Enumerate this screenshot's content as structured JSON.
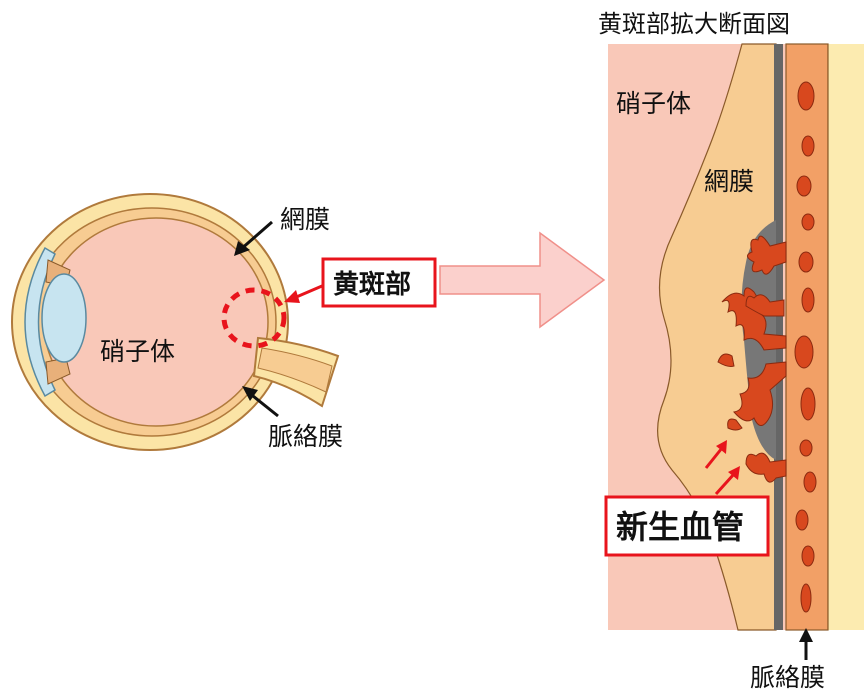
{
  "eye_diagram": {
    "vitreous_label": "硝子体",
    "retina_label": "網膜",
    "macula_label": "黄斑部",
    "choroid_label": "脈絡膜"
  },
  "enlarged_section": {
    "title": "黄斑部拡大断面図",
    "vitreous_label": "硝子体",
    "retina_label": "網膜",
    "neovascular_label": "新生血管",
    "choroid_label": "脈絡膜"
  },
  "colors": {
    "vitreous": "#f9c8b8",
    "retina": "#f7cc92",
    "sclera_outer": "#fbe4a6",
    "lens": "#c7e4f0",
    "choroid_layer": "#f2a066",
    "vessel": "#d8481e",
    "highlight_red": "#e8141c",
    "arrow_pink": "#f7b3ae",
    "membrane_gray": "#666666"
  }
}
